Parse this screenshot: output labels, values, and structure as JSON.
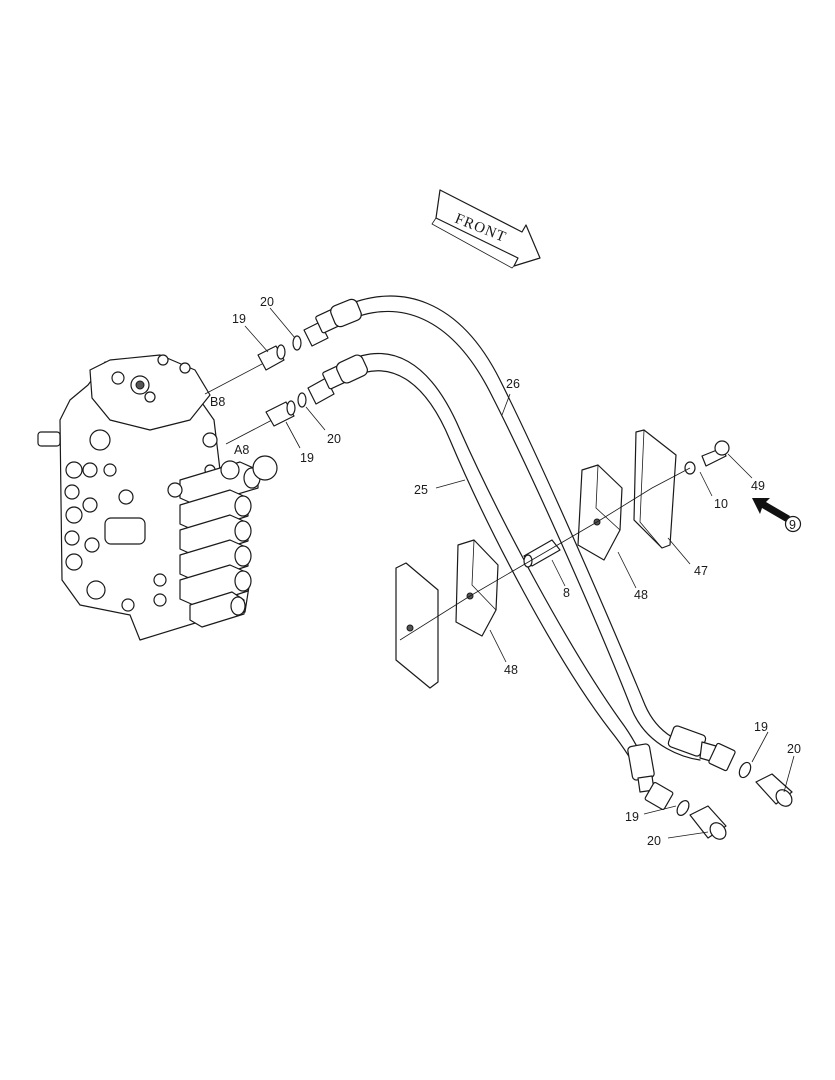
{
  "front_label": "FRONT",
  "port_labels": {
    "b8": "B8",
    "a8": "A8"
  },
  "callouts": {
    "c20_top": "20",
    "c19_top": "19",
    "c20_mid": "20",
    "c19_mid": "19",
    "c26": "26",
    "c25": "25",
    "c10": "10",
    "c49": "49",
    "c9": "9",
    "c47": "47",
    "c48_right": "48",
    "c8": "8",
    "c48_left": "48",
    "c19_br": "19",
    "c20_br": "20",
    "c19_bl": "19",
    "c20_bl": "20"
  }
}
